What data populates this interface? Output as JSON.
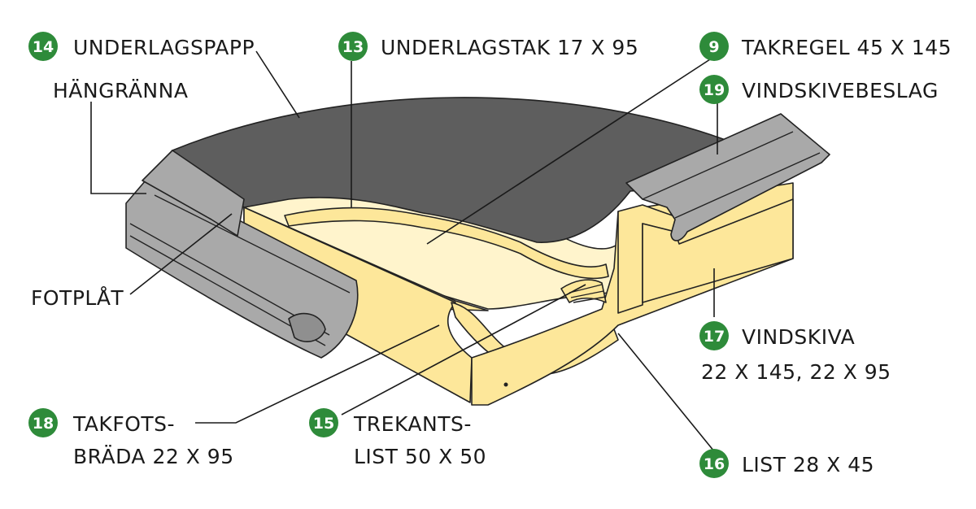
{
  "labels": {
    "underlagspapp": {
      "number": "14",
      "text": "UNDERLAGSPAPP"
    },
    "hangranna": {
      "text": "HÄNGRÄNNA"
    },
    "underlagstak": {
      "number": "13",
      "text": "UNDERLAGSTAK 17 X 95"
    },
    "takregel": {
      "number": "9",
      "text": "TAKREGEL 45 X 145"
    },
    "vindskivebeslag": {
      "number": "19",
      "text": "VINDSKIVEBESLAG"
    },
    "fotplat": {
      "text": "FOTPLÅT"
    },
    "vindskiva": {
      "number": "17",
      "line1": "VINDSKIVA",
      "line2": "22 X 145, 22 X 95"
    },
    "takfotsbrada": {
      "number": "18",
      "line1": "TAKFOTS-",
      "line2": "BRÄDA 22 X 95"
    },
    "trekantslist": {
      "number": "15",
      "line1": "TREKANTS-",
      "line2": "LIST 50 X 50"
    },
    "list": {
      "number": "16",
      "text": "LIST 28 X 45"
    }
  },
  "colors": {
    "badge": "#2e8b3a",
    "wood": "#fde79a",
    "wood_light": "#fff4cc",
    "metal": "#a9a9a9",
    "roofing_felt": "#5e5e5e"
  }
}
